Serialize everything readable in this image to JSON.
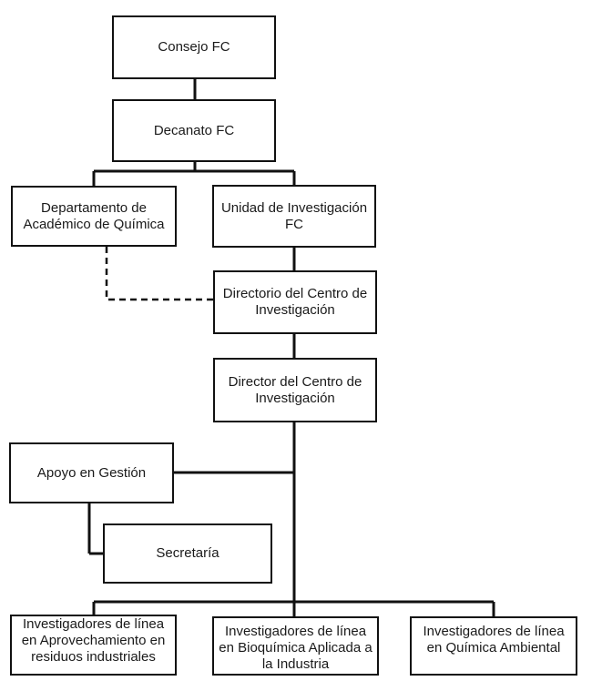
{
  "org_chart": {
    "consejo": "Consejo FC",
    "decanato": "Decanato FC",
    "departamento": "Departamento de Académico de Química",
    "unidad": "Unidad de Investigación FC",
    "directorio": "Directorio del Centro de Investigación",
    "director": "Director del Centro de Investigación",
    "apoyo": "Apoyo en Gestión",
    "secretaria": "Secretaría",
    "inv_aprovechamiento": "Investigadores de línea en Aprovechamiento en residuos industriales",
    "inv_bioquimica": "Investigadores de línea en Bioquímica Aplicada a la Industria",
    "inv_quimica_ambiental": "Investigadores de línea en Química Ambiental"
  },
  "colors": {
    "line": "#111111",
    "box_border": "#111111",
    "background": "#ffffff"
  }
}
